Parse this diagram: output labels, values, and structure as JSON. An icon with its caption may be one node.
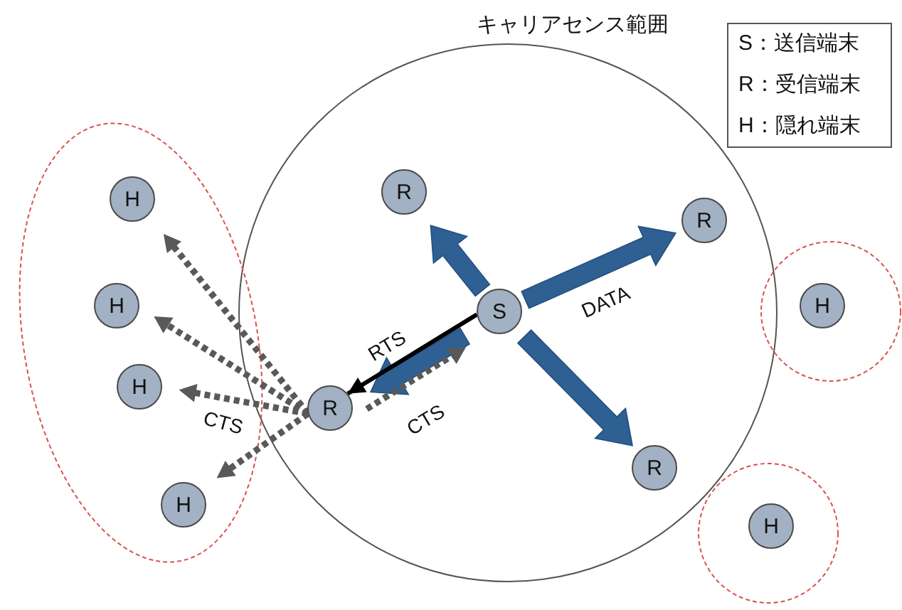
{
  "diagram": {
    "nodes": [
      {
        "text": [
          "キャリアセンス範囲"
        ]
      },
      {
        "text": [
          "S：送信端末",
          "R：受信端末",
          "H：隠れ端末"
        ]
      },
      {
        "text": [],
        "shape": "ellipse"
      },
      {
        "text": [
          "H"
        ],
        "in": 2
      },
      {
        "text": [
          "H"
        ],
        "in": 2
      },
      {
        "text": [
          "H"
        ],
        "in": 2
      },
      {
        "text": [
          "H"
        ],
        "in": 2
      },
      {
        "text": [
          "R"
        ],
        "in": 0
      },
      {
        "text": [
          "R"
        ],
        "in": 0
      },
      {
        "text": [
          "S"
        ],
        "in": 0
      },
      {
        "text": [
          "R"
        ],
        "in": 0
      },
      {
        "text": [
          "R"
        ],
        "in": 0
      },
      {
        "text": [],
        "shape": "circle"
      },
      {
        "text": [
          "H"
        ],
        "in": 12
      },
      {
        "text": [],
        "shape": "circle"
      },
      {
        "text": [
          "H"
        ],
        "in": 14
      }
    ],
    "edges": [
      {
        "from": 9,
        "to": 7,
        "arrow": "to",
        "style": "thick",
        "color": "#2e6094"
      },
      {
        "from": 9,
        "to": 8,
        "arrow": "to",
        "label": "DATA",
        "style": "thick",
        "color": "#2e6094"
      },
      {
        "from": 9,
        "to": 11,
        "arrow": "to",
        "style": "thick",
        "color": "#2e6094"
      },
      {
        "from": 9,
        "to": 10,
        "arrow": "to",
        "style": "thick",
        "color": "#2e6094"
      },
      {
        "from": 9,
        "to": 10,
        "arrow": "to",
        "label": "RTS",
        "color": "#000000"
      },
      {
        "from": 10,
        "to": 9,
        "arrow": "to",
        "label": "CTS",
        "style": "dashed"
      },
      {
        "from": 10,
        "to": 3,
        "arrow": "to",
        "style": "dashed"
      },
      {
        "from": 10,
        "to": 4,
        "arrow": "to",
        "style": "dashed"
      },
      {
        "from": 10,
        "to": 5,
        "arrow": "to",
        "label": "CTS",
        "style": "dashed"
      },
      {
        "from": 10,
        "to": 6,
        "arrow": "to",
        "style": "dashed"
      }
    ]
  }
}
